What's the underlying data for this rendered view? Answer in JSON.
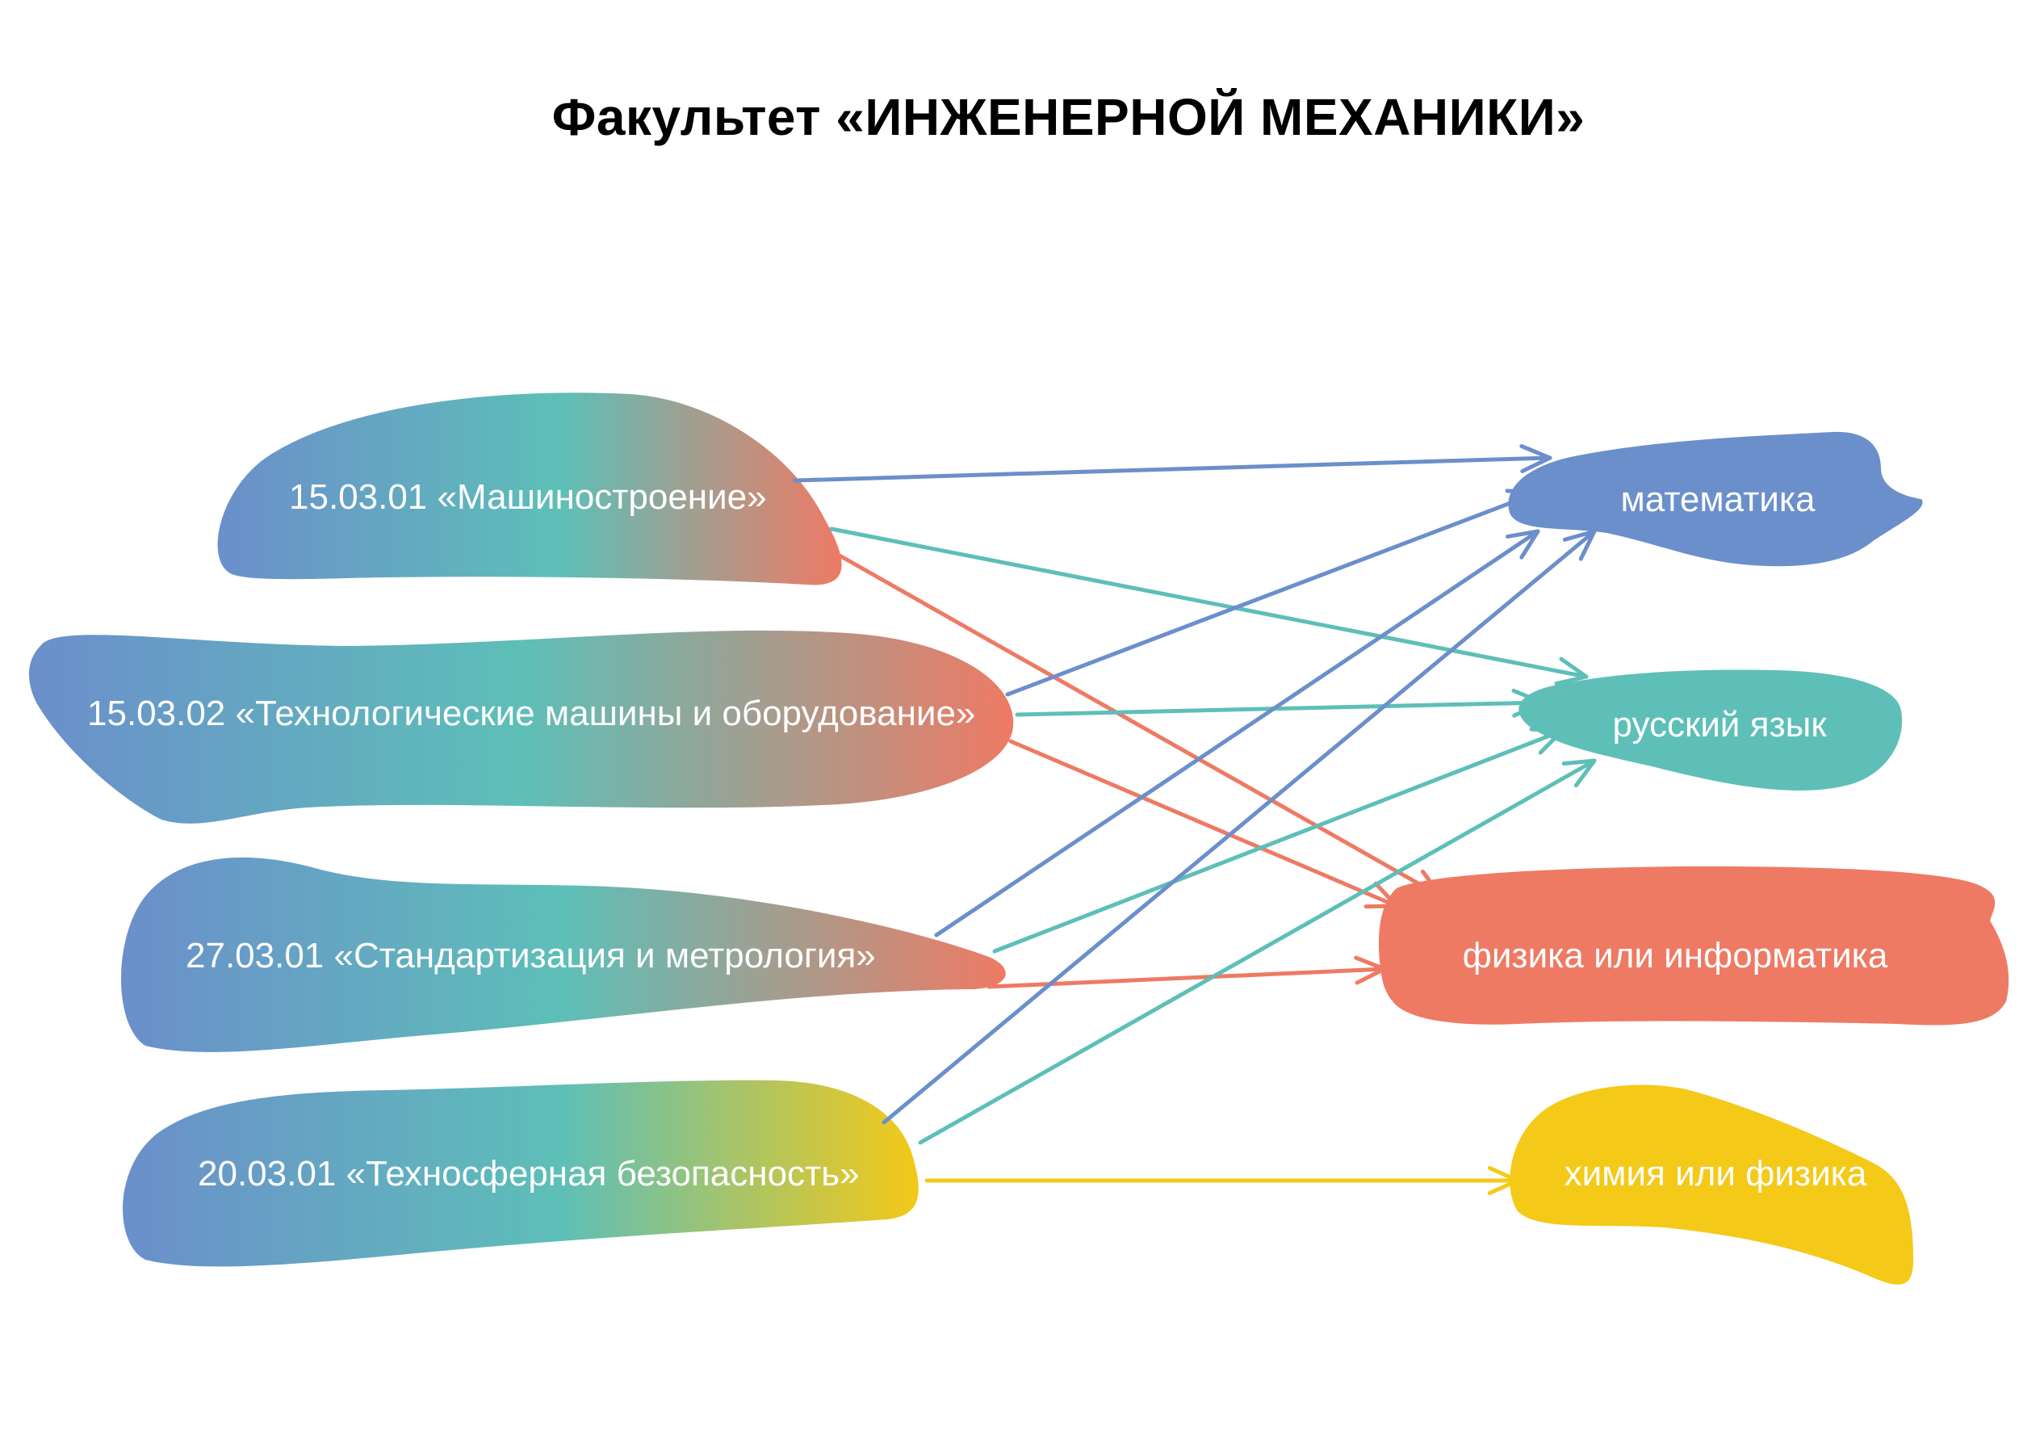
{
  "title": "Факультет «ИНЖЕНЕРНОЙ МЕХАНИКИ»",
  "colors": {
    "blue": "#6B8FCB",
    "teal": "#5DBFB8",
    "coral": "#EE7A64",
    "yellow": "#F4C918"
  },
  "programs": [
    {
      "id": "p1",
      "label": "15.03.01  «Машиностроение»"
    },
    {
      "id": "p2",
      "label": "15.03.02  «Технологические машины и оборудование»"
    },
    {
      "id": "p3",
      "label": "27.03.01  «Стандартизация и метрология»"
    },
    {
      "id": "p4",
      "label": "20.03.01  «Техносферная безопасность»"
    }
  ],
  "subjects": [
    {
      "id": "math",
      "label": "математика"
    },
    {
      "id": "rus",
      "label": "русский язык"
    },
    {
      "id": "phys",
      "label": "физика или информатика"
    },
    {
      "id": "chem",
      "label": "химия или физика"
    }
  ],
  "edges": [
    {
      "from": "p1",
      "to": "math",
      "color": "blue"
    },
    {
      "from": "p1",
      "to": "rus",
      "color": "teal"
    },
    {
      "from": "p1",
      "to": "phys",
      "color": "coral"
    },
    {
      "from": "p2",
      "to": "math",
      "color": "blue"
    },
    {
      "from": "p2",
      "to": "rus",
      "color": "teal"
    },
    {
      "from": "p2",
      "to": "phys",
      "color": "coral"
    },
    {
      "from": "p3",
      "to": "math",
      "color": "blue"
    },
    {
      "from": "p3",
      "to": "rus",
      "color": "teal"
    },
    {
      "from": "p3",
      "to": "phys",
      "color": "coral"
    },
    {
      "from": "p4",
      "to": "math",
      "color": "blue"
    },
    {
      "from": "p4",
      "to": "rus",
      "color": "teal"
    },
    {
      "from": "p4",
      "to": "chem",
      "color": "yellow"
    }
  ]
}
